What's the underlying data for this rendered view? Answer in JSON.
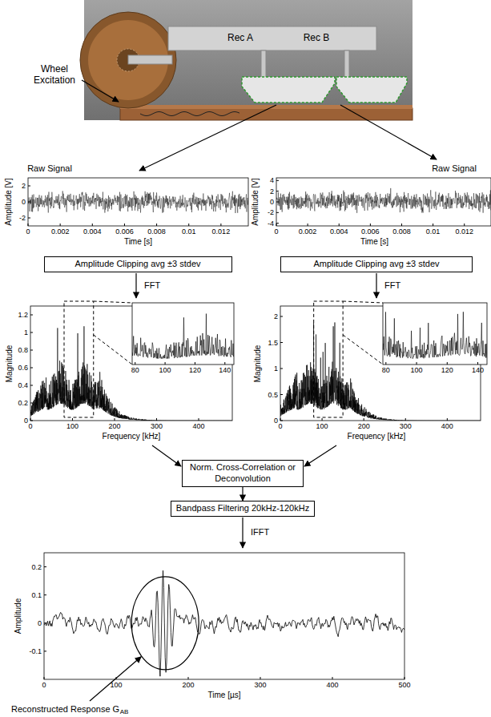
{
  "diagram": {
    "nodes": [
      {
        "text": [
          "Amplitude Clipping avg ±3 stdev"
        ]
      },
      {
        "text": [
          "Amplitude Clipping avg ±3 stdev"
        ]
      },
      {
        "text": [
          "Norm. Cross-Correlation or Deconvolution"
        ]
      },
      {
        "text": [
          "Bandpass Filtering 20kHz-120kHz"
        ]
      }
    ],
    "edges": [
      {
        "from": 2,
        "to": 3,
        "arrow": "to"
      }
    ],
    "labels": [
      "Rec A",
      "Rec B",
      "Wheel Excitation",
      "Raw Signal",
      "Raw Signal",
      "Amplitude [V]",
      "Time [s]",
      "-2",
      "0",
      "2",
      "0",
      "0.002",
      "0.004",
      "0.006",
      "0.008",
      "0.01",
      "0.012",
      "Amplitude [V]",
      "Time [s]",
      "-4",
      "-2",
      "0",
      "2",
      "4",
      "0",
      "0.002",
      "0.004",
      "0.006",
      "0.008",
      "0.01",
      "0.012",
      "FFT",
      "Magnitude",
      "Frequency [kHz]",
      "0",
      "0.2",
      "0.4",
      "0.6",
      "0.8",
      "1",
      "1.2",
      "0",
      "100",
      "200",
      "300",
      "400",
      "80",
      "100",
      "120",
      "140",
      "FFT",
      "Magnitude",
      "Frequency [kHz]",
      "0",
      "0.5",
      "1",
      "1.5",
      "2",
      "0",
      "100",
      "200",
      "300",
      "400",
      "80",
      "100",
      "120",
      "140",
      "IFFT",
      "Amplitude",
      "Time [µs]",
      "-0.1",
      "0",
      "0.1",
      "0.2",
      "0",
      "100",
      "200",
      "300",
      "400",
      "500",
      "Reconstructed Response G",
      "AB"
    ]
  }
}
